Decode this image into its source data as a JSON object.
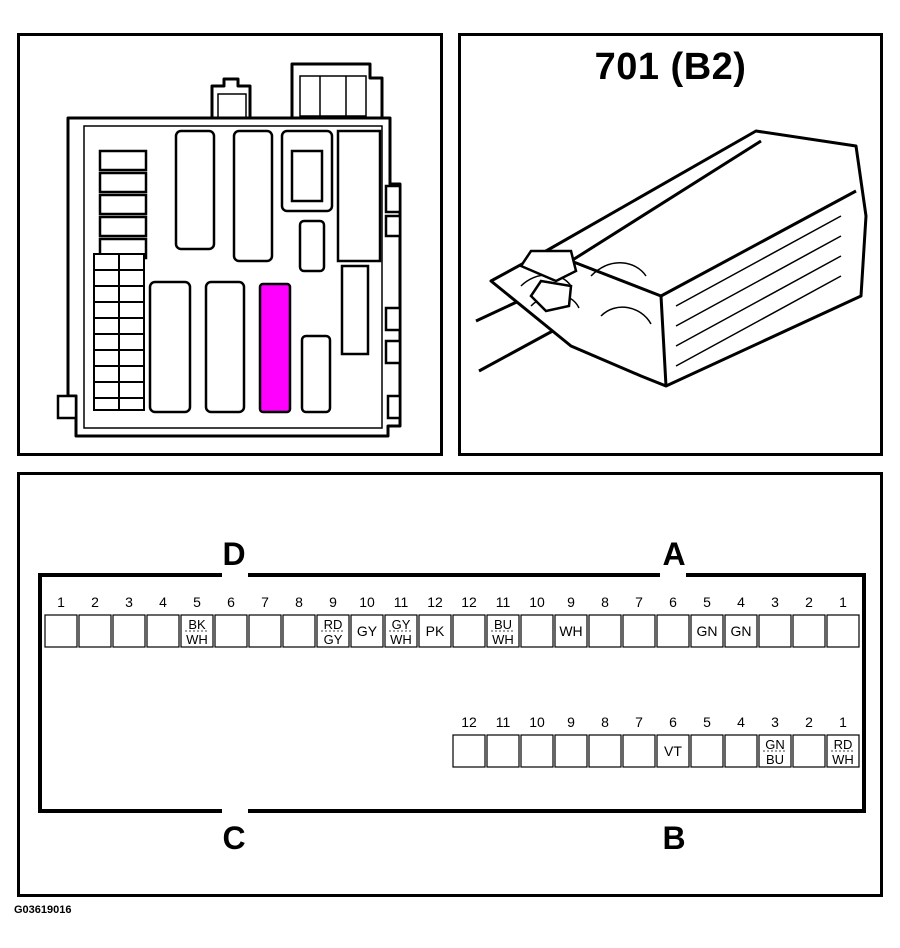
{
  "connector": {
    "title": "701 (B2)"
  },
  "figure_code": "G03619016",
  "colors": {
    "highlight": "#ff00ff",
    "line": "#000000",
    "fill": "#ffffff"
  },
  "pinout": {
    "corner_labels": {
      "top_left": "D",
      "top_right": "A",
      "bottom_left": "C",
      "bottom_right": "B"
    },
    "row_top": [
      {
        "num": "1",
        "code": []
      },
      {
        "num": "2",
        "code": []
      },
      {
        "num": "3",
        "code": []
      },
      {
        "num": "4",
        "code": []
      },
      {
        "num": "5",
        "code": [
          "BK",
          "WH"
        ]
      },
      {
        "num": "6",
        "code": []
      },
      {
        "num": "7",
        "code": []
      },
      {
        "num": "8",
        "code": []
      },
      {
        "num": "9",
        "code": [
          "RD",
          "GY"
        ]
      },
      {
        "num": "10",
        "code": [
          "GY"
        ]
      },
      {
        "num": "11",
        "code": [
          "GY",
          "WH"
        ]
      },
      {
        "num": "12",
        "code": [
          "PK"
        ]
      },
      {
        "num": "12",
        "code": []
      },
      {
        "num": "11",
        "code": [
          "BU",
          "WH"
        ]
      },
      {
        "num": "10",
        "code": []
      },
      {
        "num": "9",
        "code": [
          "WH"
        ]
      },
      {
        "num": "8",
        "code": []
      },
      {
        "num": "7",
        "code": []
      },
      {
        "num": "6",
        "code": []
      },
      {
        "num": "5",
        "code": [
          "GN"
        ]
      },
      {
        "num": "4",
        "code": [
          "GN"
        ]
      },
      {
        "num": "3",
        "code": []
      },
      {
        "num": "2",
        "code": []
      },
      {
        "num": "1",
        "code": []
      }
    ],
    "row_bottom": [
      {
        "num": "12",
        "code": []
      },
      {
        "num": "11",
        "code": []
      },
      {
        "num": "10",
        "code": []
      },
      {
        "num": "9",
        "code": []
      },
      {
        "num": "8",
        "code": []
      },
      {
        "num": "7",
        "code": []
      },
      {
        "num": "6",
        "code": [
          "VT"
        ]
      },
      {
        "num": "5",
        "code": []
      },
      {
        "num": "4",
        "code": []
      },
      {
        "num": "3",
        "code": [
          "GN",
          "BU"
        ]
      },
      {
        "num": "2",
        "code": []
      },
      {
        "num": "1",
        "code": [
          "RD",
          "WH"
        ]
      }
    ]
  }
}
